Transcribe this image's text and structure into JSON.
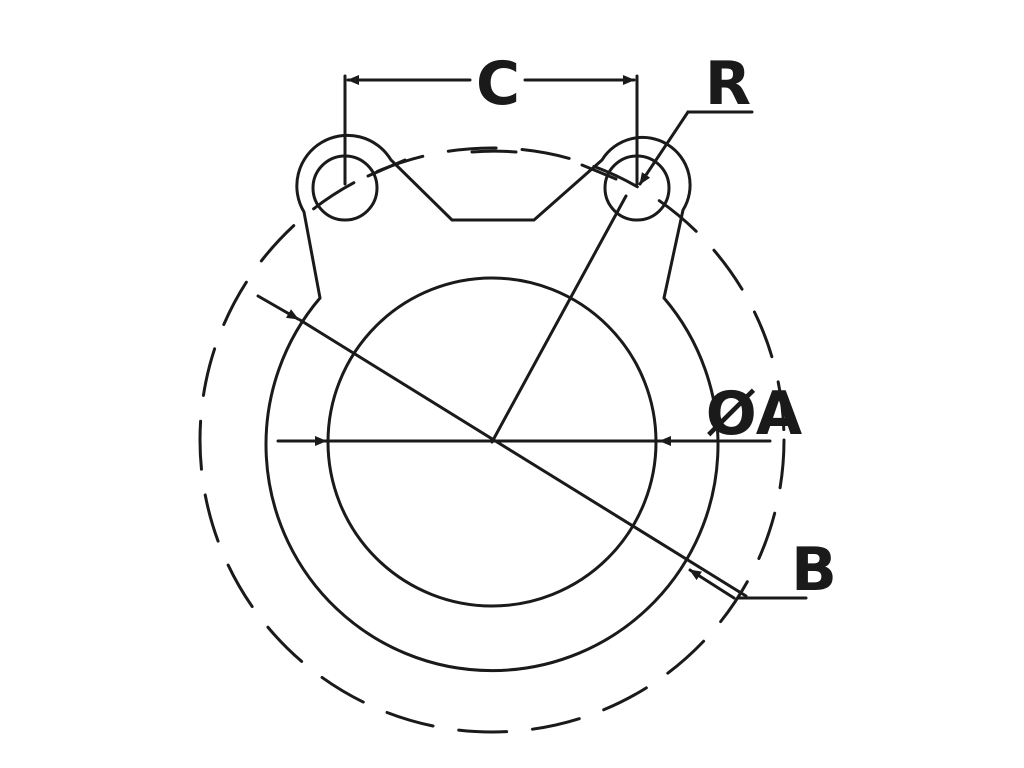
{
  "diagram": {
    "labels": {
      "c": "C",
      "r": "R",
      "a": "ØA",
      "b": "B"
    },
    "colors": {
      "ink": "#1a1a1a",
      "background": "#ffffff"
    }
  }
}
